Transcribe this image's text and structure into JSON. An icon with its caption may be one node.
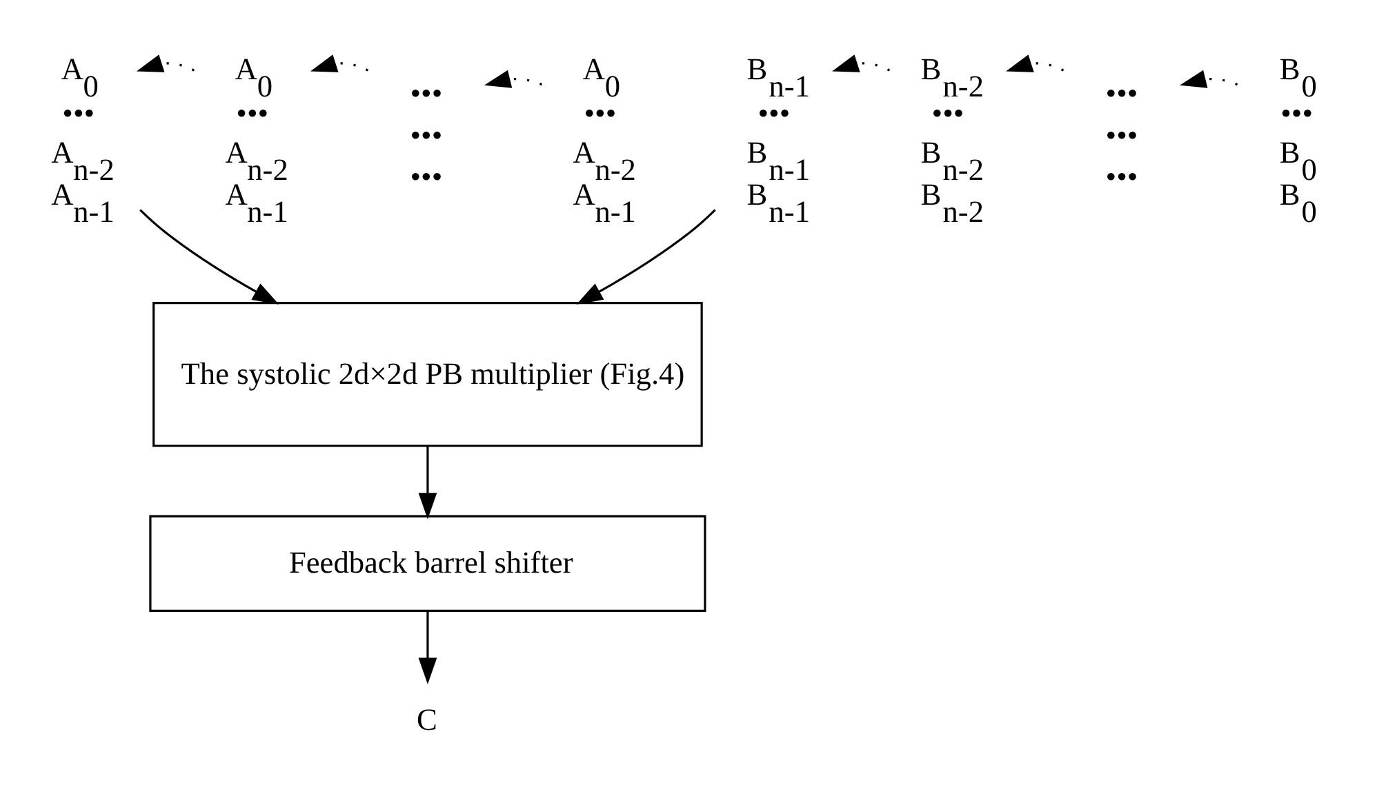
{
  "diagram": {
    "nodes": [
      {
        "text": [
          "A$_{0}$",
          "•••",
          "A$_{n-2}$",
          "A$_{n-1}$"
        ]
      },
      {
        "text": [
          "A$_{0}$",
          "•••",
          "A$_{n-2}$",
          "A$_{n-1}$"
        ]
      },
      {
        "text": [
          "•••",
          "•••",
          "•••"
        ]
      },
      {
        "text": [
          "A$_{0}$",
          "•••",
          "A$_{n-2}$",
          "A$_{n-1}$"
        ]
      },
      {
        "text": [
          "B$_{n-1}$",
          "•••",
          "B$_{n-1}$",
          "B$_{n-1}$"
        ]
      },
      {
        "text": [
          "B$_{n-2}$",
          "•••",
          "B$_{n-2}$",
          "B$_{n-2}$"
        ]
      },
      {
        "text": [
          "•••",
          "•••",
          "•••"
        ]
      },
      {
        "text": [
          "B$_{0}$",
          "•••",
          "B$_{0}$",
          "B$_{0}$"
        ]
      },
      {
        "text": [
          "The systolic 2d×2d PB multiplier (Fig.4)"
        ]
      },
      {
        "text": [
          "Feedback barrel shifter"
        ]
      },
      {
        "text": [
          "C"
        ]
      }
    ],
    "edges": [
      {
        "from": 1,
        "to": 0,
        "arrow": "to",
        "style": "dashed"
      },
      {
        "from": 2,
        "to": 1,
        "arrow": "to",
        "style": "dashed"
      },
      {
        "from": 3,
        "to": 2,
        "arrow": "to",
        "style": "dashed"
      },
      {
        "from": 5,
        "to": 4,
        "arrow": "to",
        "style": "dashed"
      },
      {
        "from": 6,
        "to": 5,
        "arrow": "to",
        "style": "dashed"
      },
      {
        "from": 7,
        "to": 6,
        "arrow": "to",
        "style": "dashed"
      },
      {
        "from": 0,
        "to": 8,
        "arrow": "to"
      },
      {
        "from": 4,
        "to": 8,
        "arrow": "to"
      },
      {
        "from": 8,
        "to": 9,
        "arrow": "to"
      },
      {
        "from": 9,
        "to": 10,
        "arrow": "to"
      }
    ]
  }
}
